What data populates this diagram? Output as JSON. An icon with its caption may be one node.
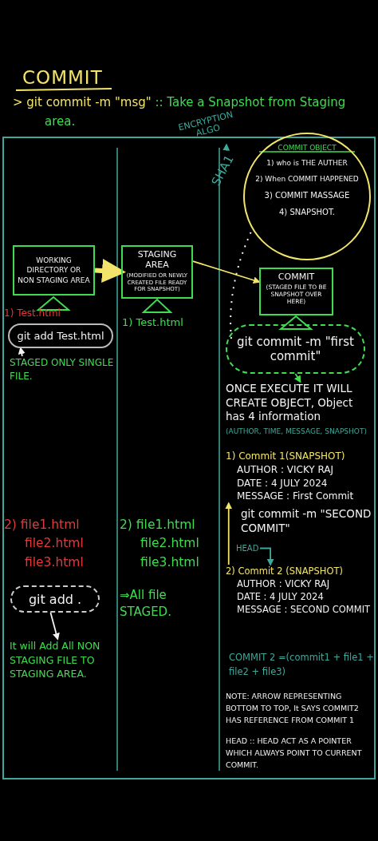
{
  "diagram": {
    "title": "COMMIT",
    "nodes": [
      {
        "text": [
          "SHA1"
        ]
      },
      {
        "text": [
          "ENCRYPTION ALGO"
        ]
      },
      {
        "text": [
          "COMMIT OBJECT",
          "1) who is THE AUTHER",
          "2) When COMMIT HAPPENED",
          "3) COMMIT MASSAGE",
          "4) SNAPSHOT."
        ]
      },
      {
        "text": [
          "WORKING DIRECTORY OR NON STAGING AREA"
        ]
      },
      {
        "text": [
          "STAGING AREA",
          "(MODIFIED OR NEWLY CREATED FILE READY FOR SNAPSHOT)"
        ]
      },
      {
        "text": [
          "COMMIT",
          "(STAGED FILE TO BE SNAPSHOT OVER HERE)"
        ]
      },
      {
        "text": [
          "git add Test.html"
        ]
      },
      {
        "text": [
          "STAGED ONLY SINGLE FILE."
        ]
      },
      {
        "text": [
          "git commit -m \"first commit\""
        ]
      },
      {
        "text": [
          "ONCE EXECUTE IT WILL CREATE OBJECT, Object has 4 information",
          "(AUTHOR, TIME, MESSAGE, SNAPSHOT)"
        ]
      },
      {
        "text": [
          "1) Commit 1(SNAPSHOT)",
          "AUTHOR : VICKY RAJ",
          "DATE : 4 JULY 2024",
          "MESSAGE : First Commit"
        ]
      },
      {
        "text": [
          "git add ."
        ]
      },
      {
        "text": [
          "It will Add All NON STAGING FILE TO STAGING AREA."
        ]
      },
      {
        "text": [
          "HEAD"
        ]
      },
      {
        "text": [
          "2) Commit 2 (SNAPSHOT)",
          "AUTHOR : VICKY RAJ",
          "DATE : 4 JULY 2024",
          "MESSAGE : SECOND COMMIT"
        ]
      }
    ],
    "edges": [
      {
        "from": 0,
        "to": 1,
        "arrow": "to",
        "color": "#3fa89a"
      },
      {
        "from": 3,
        "to": 4,
        "arrow": "to",
        "style": "thick",
        "color": "#f2e36b"
      },
      {
        "from": 4,
        "to": 5,
        "arrow": "to",
        "color": "#f2e36b"
      },
      {
        "from": 7,
        "to": 6,
        "arrow": "to",
        "color": "#f2f2f2"
      },
      {
        "from": 8,
        "to": 9,
        "arrow": "to",
        "color": "#3fdc4f"
      },
      {
        "from": 11,
        "to": 12,
        "arrow": "to",
        "color": "#f2f2f2"
      },
      {
        "from": 14,
        "to": 10,
        "arrow": "to",
        "color": "#f2e36b"
      },
      {
        "from": 13,
        "to": 14,
        "arrow": "to",
        "color": "#3fa89a"
      },
      {
        "from": 2,
        "to": 8,
        "arrow": "none",
        "style": "dashed",
        "color": "#f2f2f2"
      }
    ],
    "labels": [
      "> git commit -m \"msg\"",
      ":: Take a Snapshot from Staging area.",
      "1) Test.html",
      "1) Test.html",
      "2) file1.html file2.html file3.html",
      "2) file1.html file2.html file3.html",
      "⇒All file STAGED.",
      "git commit -m \"SECOND COMMIT\"",
      "COMMIT 2 =(commit1 + file1 + file2 + file3)",
      "NOTE: ARROW REPRESENTING BOTTOM TO TOP, It SAYS COMMIT2 HAS REFERENCE FROM COMMIT 1",
      "HEAD :: HEAD ACT AS A POINTER WHICH ALWAYS POINT TO CURRENT COMMIT."
    ]
  }
}
